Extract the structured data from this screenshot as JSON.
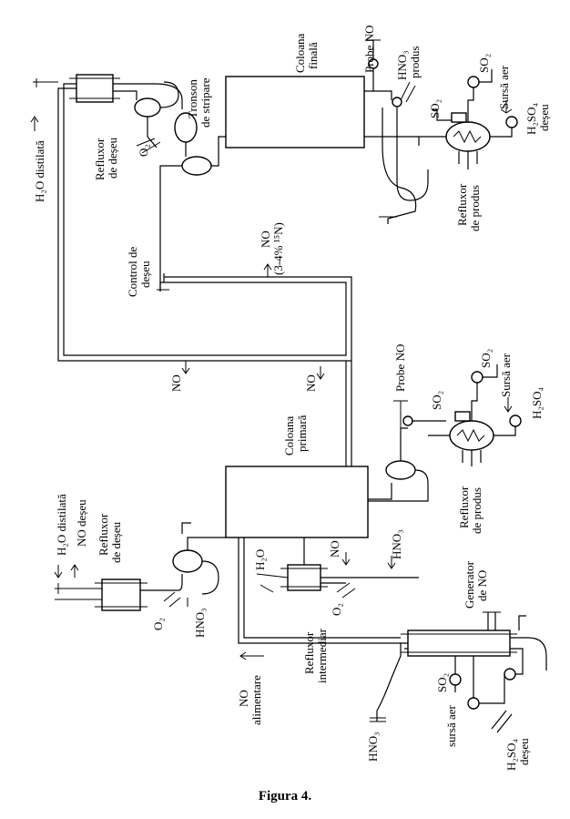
{
  "caption": "Figura 4.",
  "labels": {
    "h2o_distilata_top": "H₂O distilată",
    "refluxor_deseu_top_1": "Refluxor",
    "refluxor_deseu_top_2": "de deșeu",
    "o2_top": "O₂",
    "tronson_1": "Tronson",
    "tronson_2": "de stripare",
    "coloana_finala_1": "Coloana",
    "coloana_finala_2": "finală",
    "probe_no_top": "Probe NO",
    "hno3_produs_1": "HNO₃",
    "hno3_produs_2": "produs",
    "so2_top_a": "SO₂",
    "so2_top_b": "SO₂",
    "sursa_aer_top": "Sursă aer",
    "h2so4_deseu_top_1": "H₂SO₄",
    "h2so4_deseu_top_2": "deșeu",
    "refluxor_produs_top_1": "Refluxor",
    "refluxor_produs_top_2": "de produs",
    "no_3_4_1": "NO",
    "no_3_4_2": "(3-4% ¹⁵N)",
    "control_deseu_1": "Control de",
    "control_deseu_2": "deșeu",
    "no_left": "NO",
    "no_mid": "NO",
    "probe_no_mid": "Probe NO",
    "coloana_primara_1": "Coloana",
    "coloana_primara_2": "primară",
    "so2_mid_a": "SO₂",
    "so2_mid_b": "SO₂",
    "sursa_aer_mid": "Sursă aer",
    "h2so4_mid": "H₂SO₄",
    "refluxor_produs_mid_1": "Refluxor",
    "refluxor_produs_mid_2": "de produs",
    "h2o_distilata_bot": "H₂O distilată",
    "no_deseu_bot": "NO deșeu",
    "refluxor_deseu_bot_1": "Refluxor",
    "refluxor_deseu_bot_2": "de deșeu",
    "o2_bot": "O₂",
    "hno3_bot": "HNO₃",
    "h2o_bot": "H₂O",
    "no_bot": "NO",
    "hno3_mid": "HNO₃",
    "o2_mid": "O₂",
    "generator_1": "Generator",
    "generator_2": "de NO",
    "no_alim_1": "NO",
    "no_alim_2": "alimentare",
    "refluxor_interm_1": "Refluxor",
    "refluxor_interm_2": "intermediar",
    "so2_bot": "SO₂",
    "hno3_feed": "HNO₃",
    "sursa_aer_bot": "sursă aer",
    "h2so4_bot_1": "H₂SO₄",
    "h2so4_bot_2": "deșeu"
  }
}
